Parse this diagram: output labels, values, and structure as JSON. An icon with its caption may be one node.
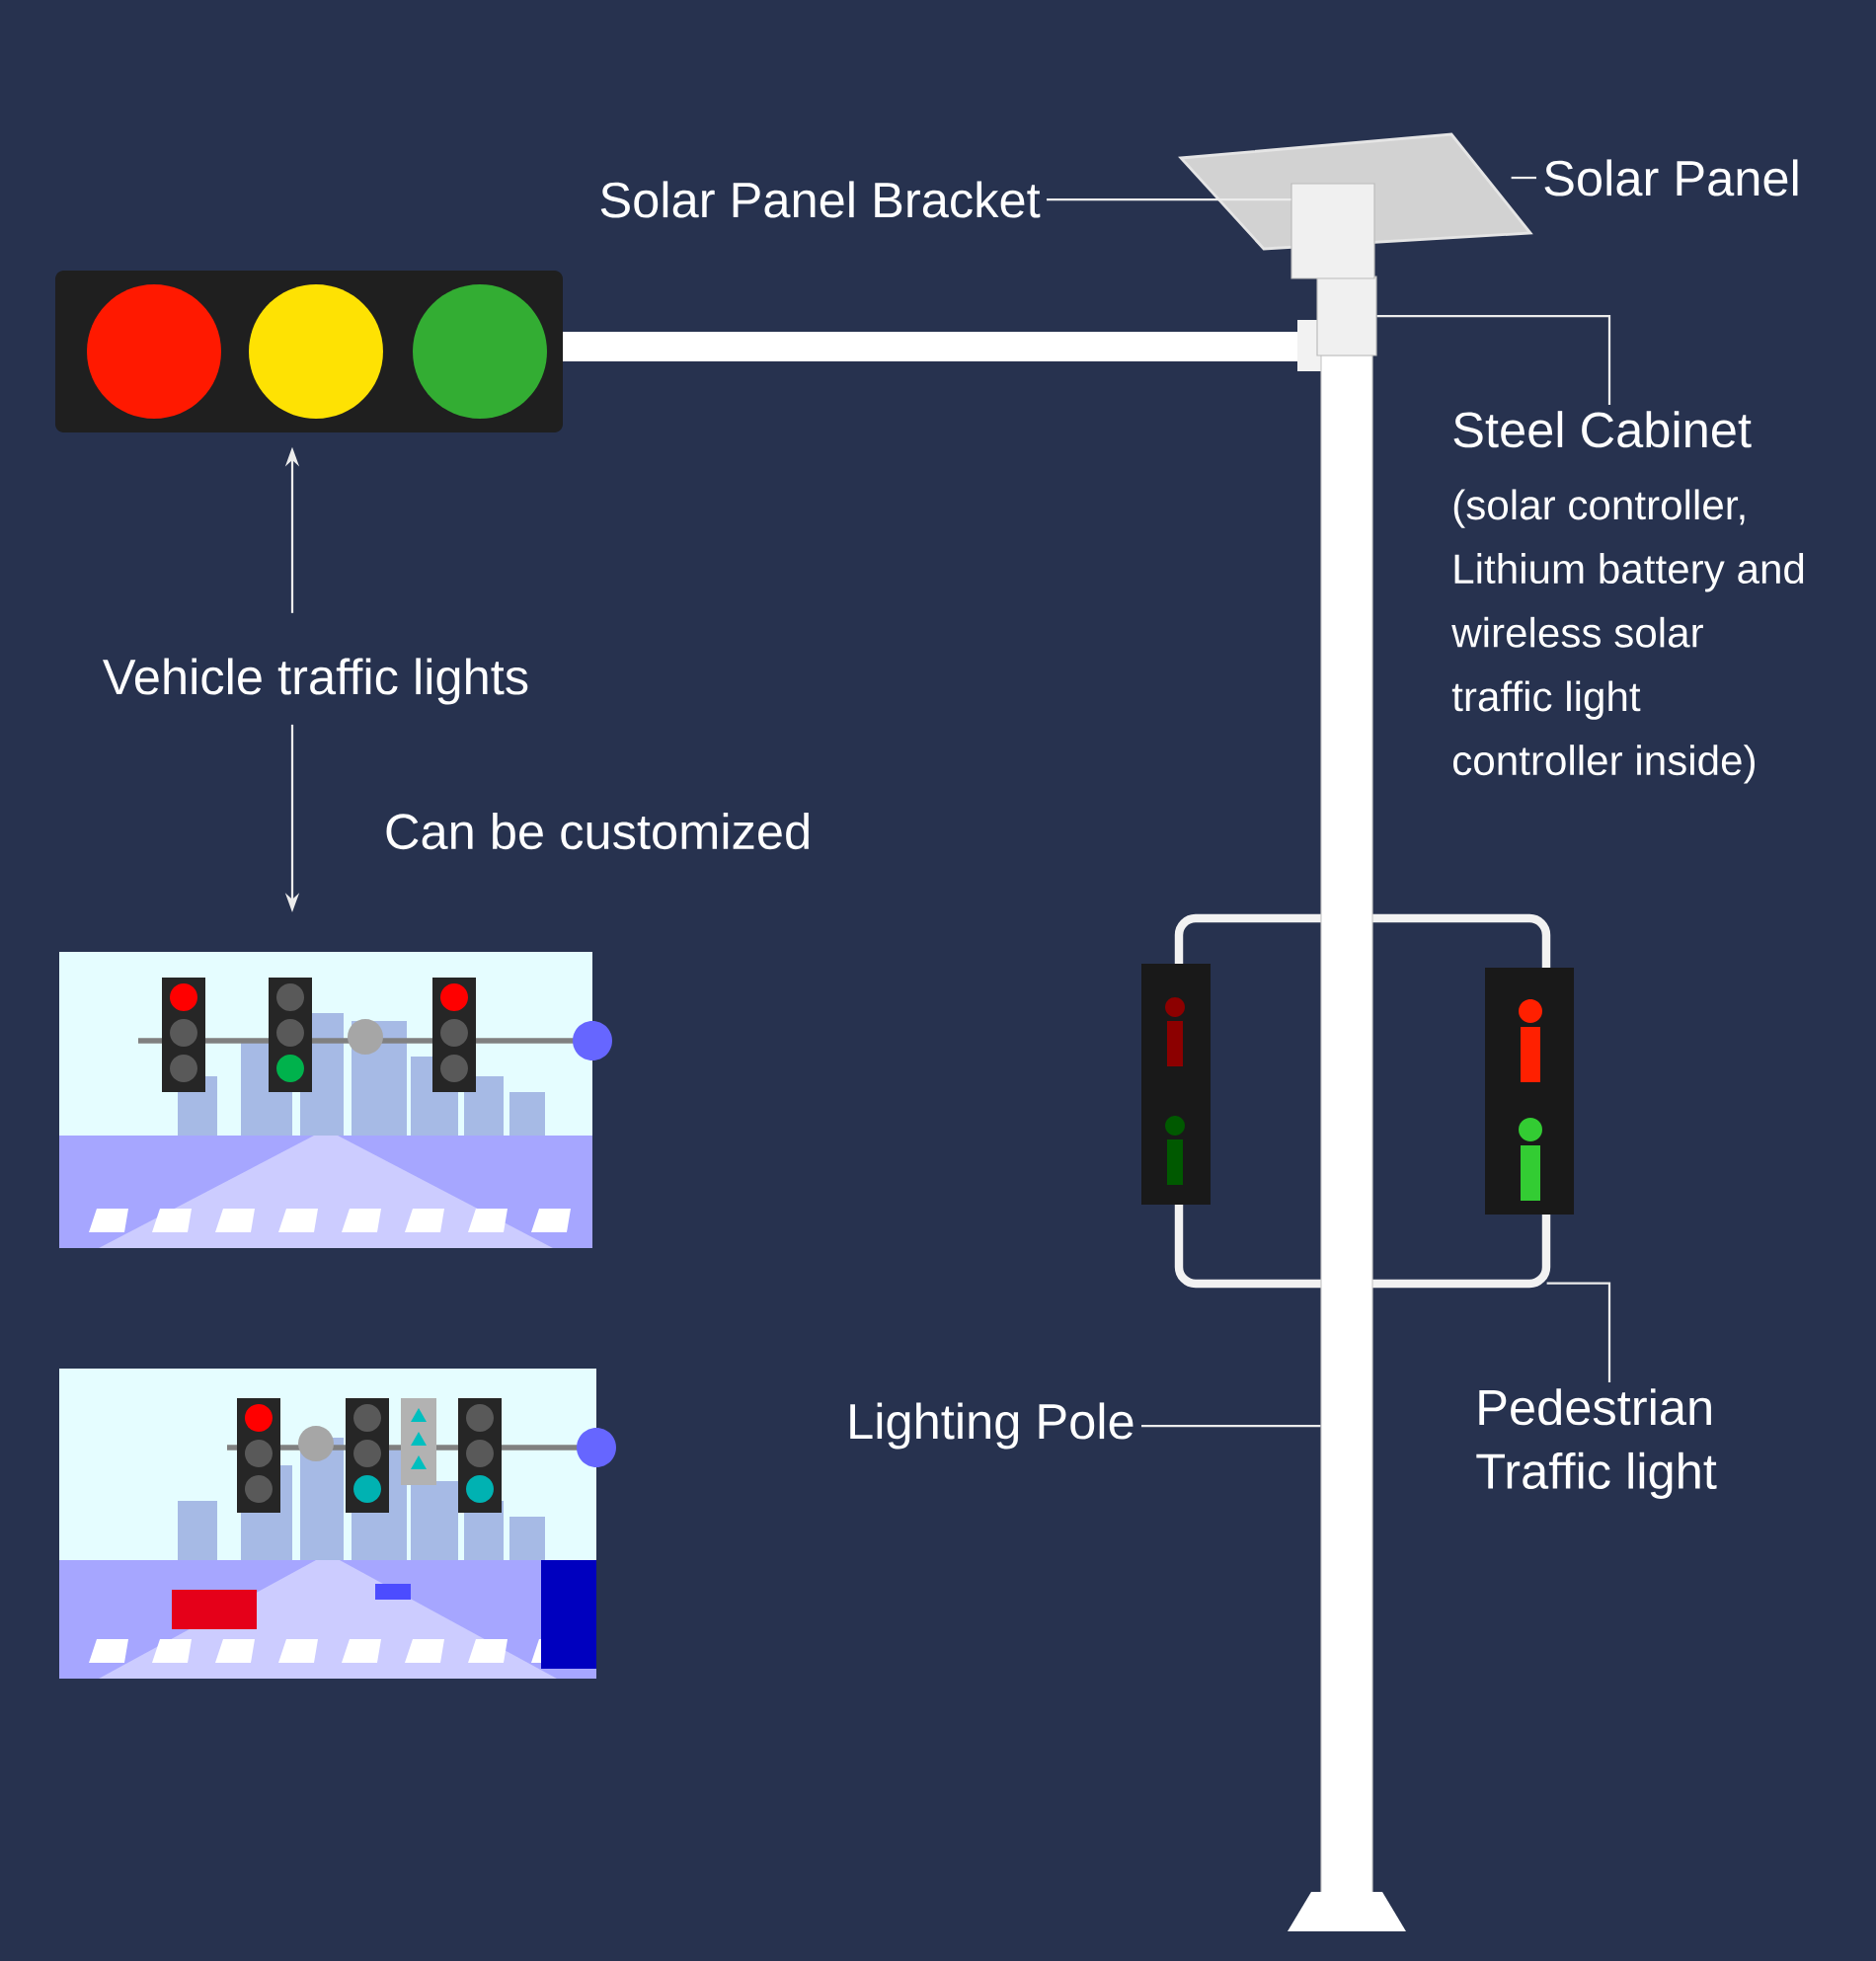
{
  "diagram": {
    "nodes": [
      {
        "text": [
          "Solar Panel Bracket"
        ]
      },
      {
        "text": [],
        "shape": "box"
      },
      {
        "text": [
          "Solar Panel"
        ]
      },
      {
        "text": [],
        "shape": "picture"
      },
      {
        "text": [],
        "shape": "picture"
      },
      {
        "text": [
          "Vehicle traffic lights"
        ]
      },
      {
        "text": [],
        "shape": "picture"
      },
      {
        "text": [],
        "shape": "picture"
      },
      {
        "text": [
          "Steel Cabinet",
          "(solar controller, Lithium battery and wireless solar traffic light controller inside)"
        ]
      },
      {
        "text": [],
        "shape": "box"
      },
      {
        "text": [
          "Lighting Pole"
        ]
      },
      {
        "text": [],
        "shape": "bar"
      },
      {
        "text": [
          "Pedestrian Traffic light"
        ]
      },
      {
        "text": [],
        "shape": "picture"
      }
    ],
    "edges": [
      {
        "from": 0,
        "to": 1,
        "arrow": "none"
      },
      {
        "from": 2,
        "to": 3,
        "arrow": "none"
      },
      {
        "from": 5,
        "to": 4,
        "arrow": "to"
      },
      {
        "from": 5,
        "to": 6,
        "arrow": "to",
        "label": "Can be customized"
      },
      {
        "from": 8,
        "to": 9,
        "arrow": "none"
      },
      {
        "from": 10,
        "to": 11,
        "arrow": "none"
      },
      {
        "from": 12,
        "to": 13,
        "arrow": "none"
      }
    ]
  }
}
